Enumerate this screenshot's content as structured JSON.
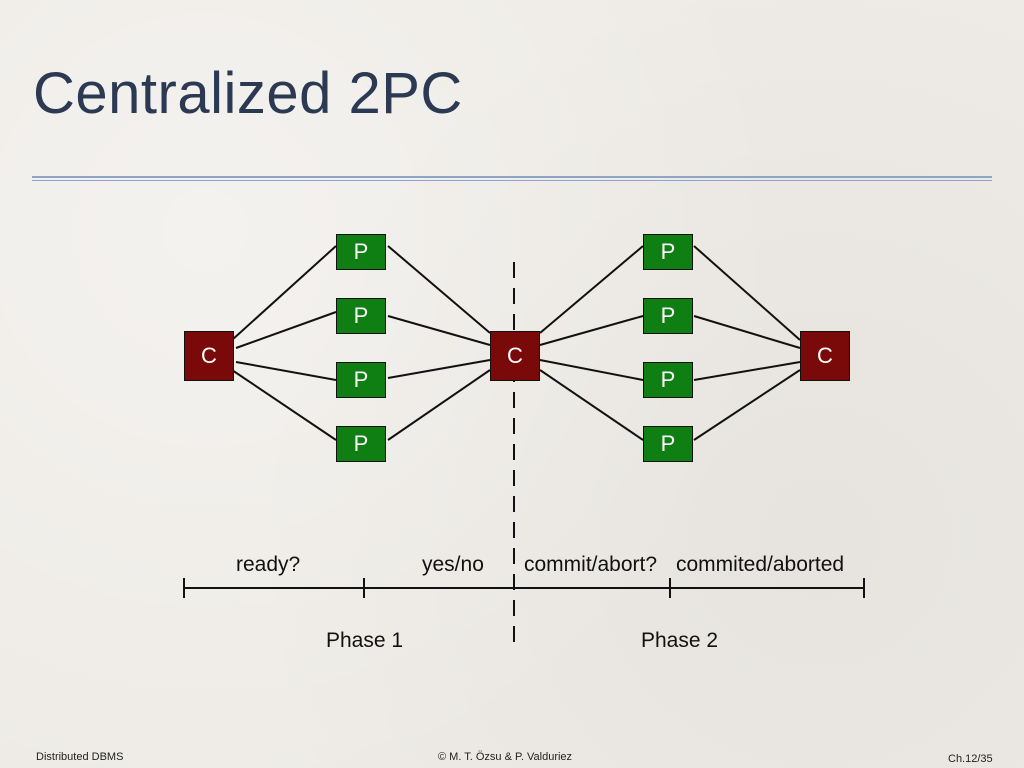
{
  "slide": {
    "title": "Centralized 2PC"
  },
  "diagram": {
    "coordinator_label": "C",
    "participant_label": "P",
    "messages": {
      "ready": "ready?",
      "yes_no": "yes/no",
      "commit_abort": "commit/abort?",
      "commited_aborted": "commited/aborted"
    },
    "phases": {
      "phase1": "Phase 1",
      "phase2": "Phase 2"
    },
    "colors": {
      "coordinator": "#7a0a0a",
      "participant": "#0f7f14",
      "title": "#2b3a52",
      "rule": "#8ea4c8"
    }
  },
  "footer": {
    "left": "Distributed DBMS",
    "center": "© M. T. Özsu & P. Valduriez",
    "right": "Ch.12/35"
  }
}
